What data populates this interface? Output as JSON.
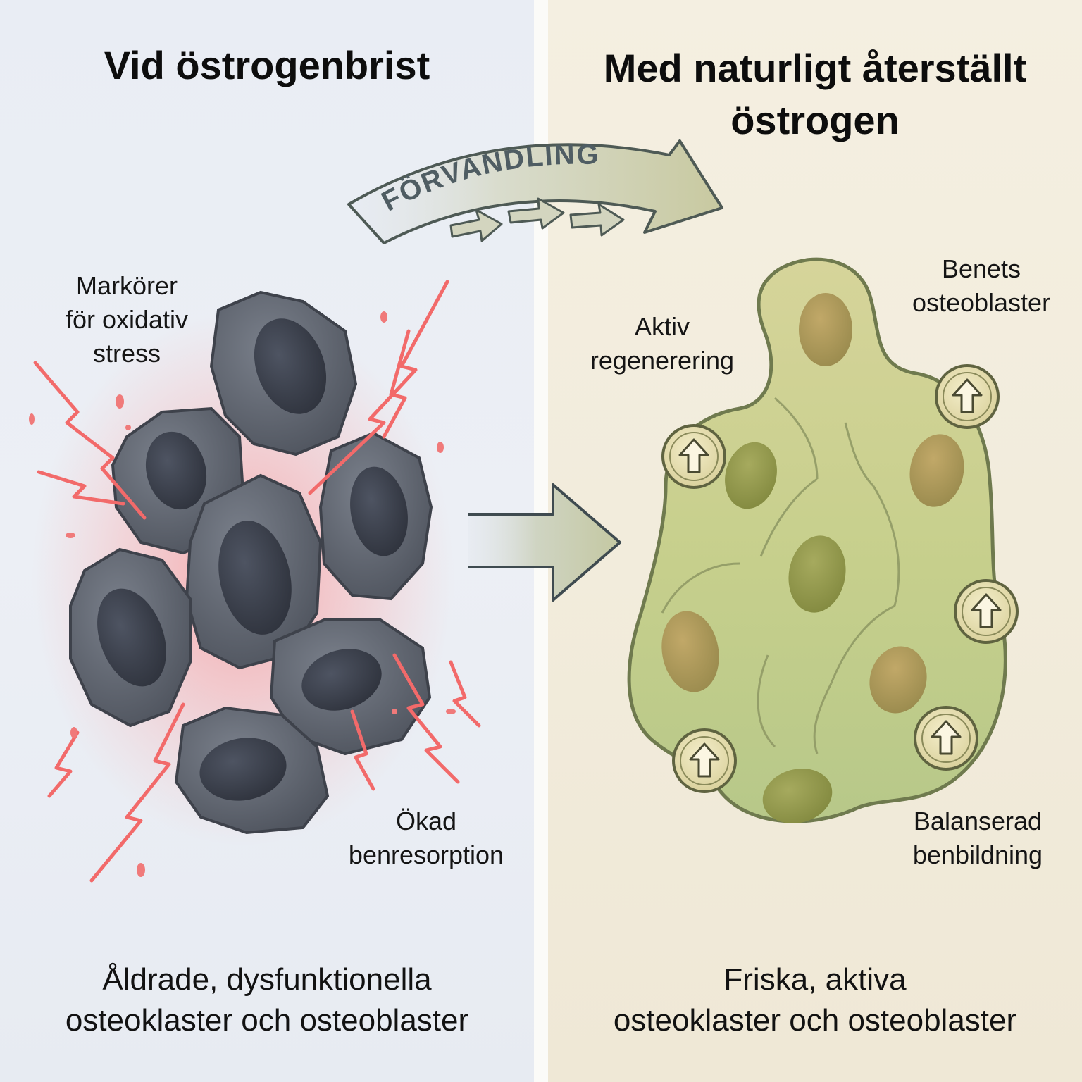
{
  "left": {
    "title": "Vid östrogenbrist",
    "label_markers": [
      "Markörer",
      "för oxidativ",
      "stress"
    ],
    "label_resorption": [
      "Ökad",
      "benresorption"
    ],
    "caption": [
      "Åldrade, dysfunktionella",
      "osteoklaster och osteoblaster"
    ]
  },
  "right": {
    "title": [
      "Med naturligt återställt",
      "östrogen"
    ],
    "label_regeneration": [
      "Aktiv",
      "regenerering"
    ],
    "label_osteoblasts": [
      "Benets",
      "osteoblaster"
    ],
    "label_formation": [
      "Balanserad",
      "benbildning"
    ],
    "caption": [
      "Friska, aktiva",
      "osteoklaster och osteoblaster"
    ]
  },
  "transformation": {
    "label": "FÖRVANDLING"
  },
  "icons": {
    "damaged_cells": "damaged-cell-icon",
    "stress_bolts": "lightning-bolt-icon",
    "healthy_cells": "healthy-cell-icon",
    "up_arrows": "up-arrow-icon"
  },
  "colors": {
    "left_bg": "#e9edf4",
    "right_bg": "#f3eddd",
    "stress_red": "#f07070",
    "damaged_cell": "#5f6570",
    "healthy_cell": "#c9cf8a",
    "arrow": "#c3c9a8"
  }
}
